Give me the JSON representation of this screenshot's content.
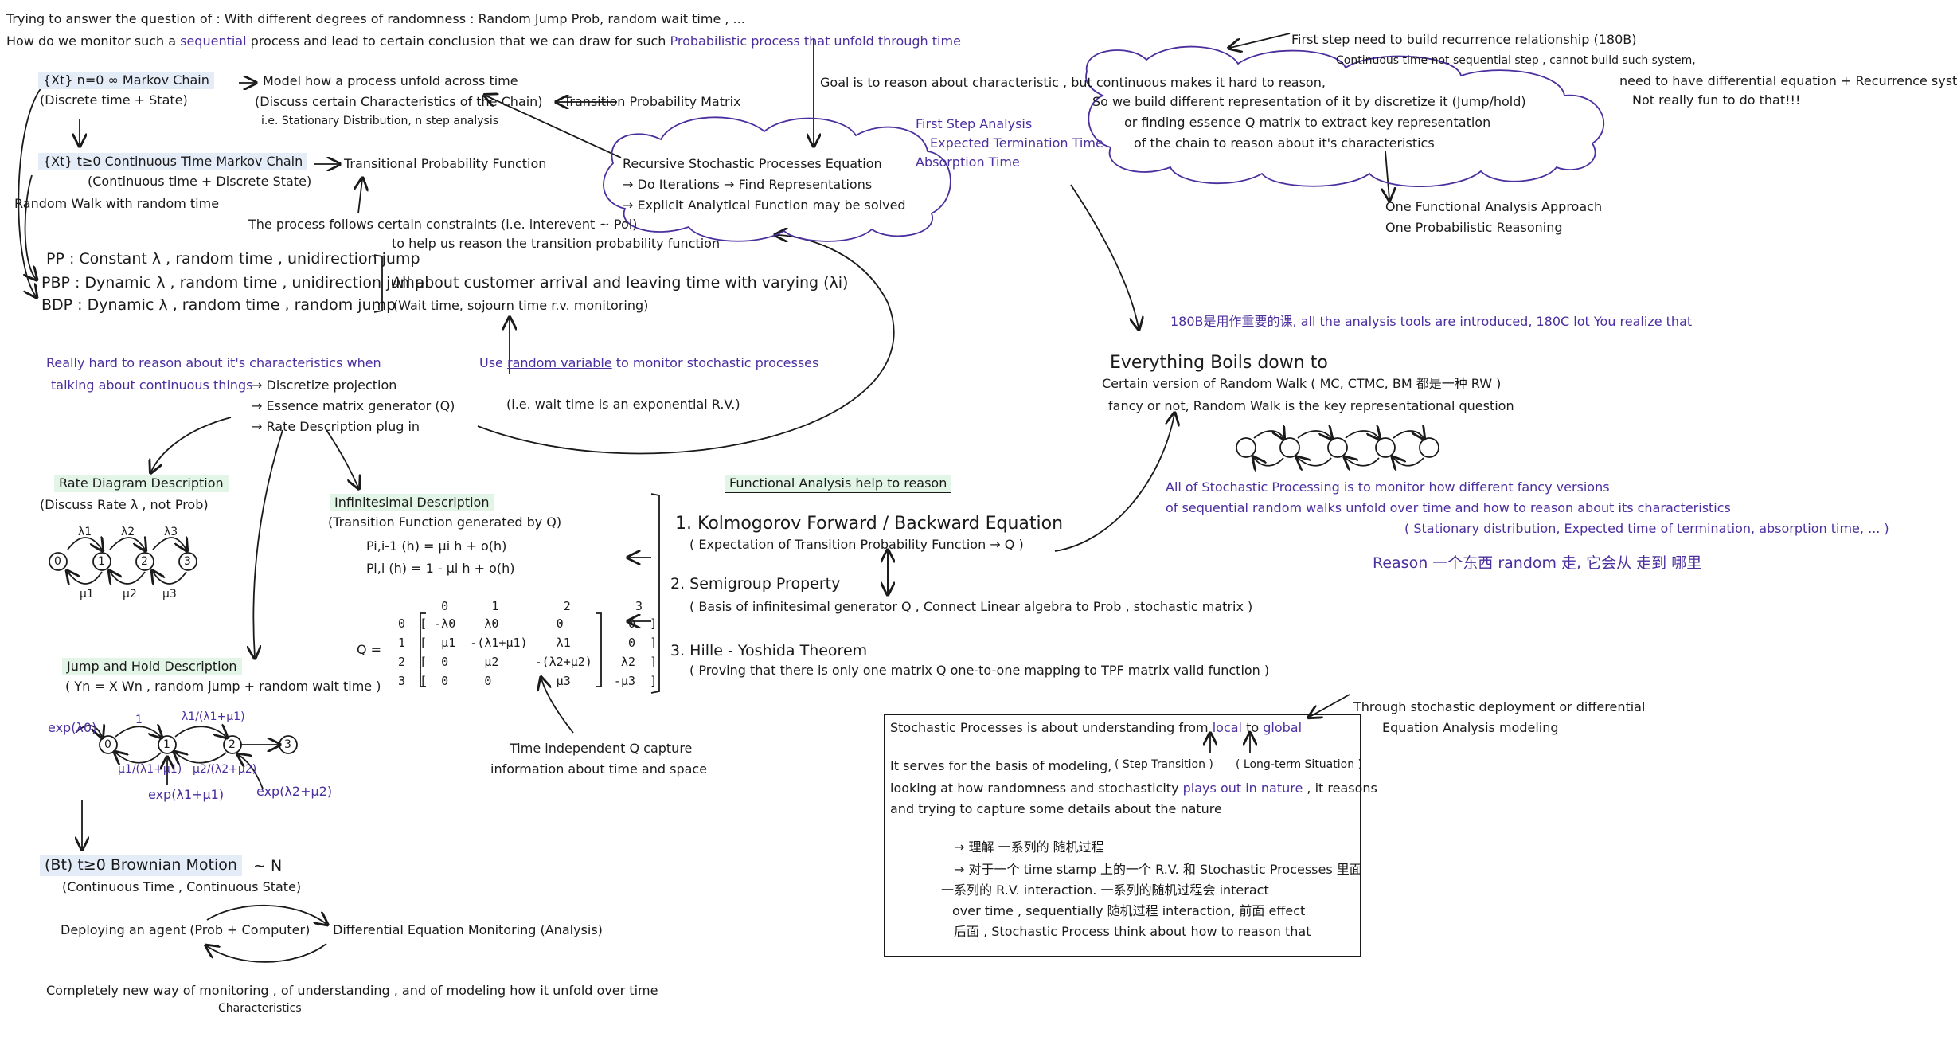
{
  "intro": {
    "line1": "Trying to answer the question of : With different degrees of randomness : Random Jump Prob, random wait time , ...",
    "line2_a": "How do we monitor such a",
    "line2_b": "sequential",
    "line2_c": "process and lead to certain conclusion that we can draw for such",
    "line2_d": "Probabilistic process that unfold through time"
  },
  "markov": {
    "label": "{Xt} n=0 ∞",
    "title": "Markov Chain",
    "sub": "(Discrete time + State)",
    "desc1": "Model how a process unfold across time",
    "desc2": "(Discuss certain Characteristics of the Chain)",
    "desc3": "i.e. Stationary Distribution, n step analysis",
    "matrix": "Transition Probability Matrix"
  },
  "ctmc": {
    "label": "{Xt} t≥0",
    "title": "Continuous Time Markov Chain",
    "sub": "(Continuous time + Discrete State)",
    "tpf": "Transitional Probability Function",
    "rw": "Random Walk with random time",
    "follows": "The process follows certain constraints (i.e. interevent ~ Poi)",
    "helps": "to help us reason the transition probability function"
  },
  "processes": {
    "pp": "PP  :  Constant λ , random time , unidirection jump",
    "pbp": "PBP :  Dynamic λ , random time , unidirection jump",
    "bdp": "BDP :  Dynamic λ , random time , random jump",
    "about1": "All about customer arrival and leaving time with varying (λi)",
    "about2": "(Wait time, sojourn time r.v. monitoring)"
  },
  "recursive": {
    "goal": "Goal is to reason about characteristic , but continuous makes it hard to reason,",
    "title": "Recursive Stochastic Processes Equation",
    "iter": "→ Do Iterations → Find Representations",
    "explicit": "→ Explicit Analytical Function may be solved",
    "first1": "First Step Analysis",
    "first2": "Expected Termination Time",
    "first3": "Absorption Time"
  },
  "topright": {
    "first": "First step need to build recurrence relationship (180B)",
    "cont": "Continuous time not sequential step , cannot build such system,",
    "diff1": "need to have differential equation + Recurrence system",
    "diff2": "Not really fun to do that!!!",
    "sowe": "So we build different representation of it by discretize it (Jump/hold)",
    "or": "or finding essence Q matrix to extract key representation",
    "ofchain": "of the chain to reason about it's characteristics",
    "func": "One Functional Analysis Approach",
    "prob": "One Probabilistic Reasoning"
  },
  "continuous": {
    "really1": "Really hard to reason about it's characteristics when",
    "really2": "talking about continuous things",
    "disc": "→ Discretize projection",
    "ess": "→ Essence matrix generator (Q)",
    "rate": "→ Rate Description plug in",
    "use_a": "Use",
    "use_b": "random variable",
    "use_c": "to monitor stochastic processes",
    "wait": "(i.e. wait time is an exponential R.V.)"
  },
  "rate_diagram": {
    "title": "Rate Diagram Description",
    "sub": "(Discuss Rate λ , not Prob)",
    "nodes": [
      "0",
      "1",
      "2",
      "3"
    ],
    "up": [
      "λ1",
      "λ2",
      "λ3"
    ],
    "down": [
      "μ1",
      "μ2",
      "μ3"
    ]
  },
  "infinitesimal": {
    "title": "Infinitesimal Description",
    "sub": "(Transition Function generated by Q)",
    "eq1": "Pi,i-1 (h) =   μi h + o(h)",
    "eq2": "Pi,i  (h) = 1 - μi h + o(h)",
    "q": "Q =",
    "rows": [
      "      0      1         2         3",
      "0  [ -λ0    λ0        0         0  ]",
      "1  [  μ1  -(λ1+μ1)    λ1        0  ]",
      "2  [  0     μ2     -(λ2+μ2)    λ2  ]",
      "3  [  0     0         μ3      -μ3  ]"
    ],
    "time1": "Time independent Q capture",
    "time2": "information about time and space"
  },
  "jump_hold": {
    "title": "Jump and Hold Description",
    "sub": "( Yn = X Wn , random jump + random wait time )",
    "nodes": [
      "0",
      "1",
      "2",
      "3"
    ],
    "exp0": "exp(λ0)",
    "exp1": "exp(λ1+μ1)",
    "exp2": "exp(λ2+μ2)",
    "p01": "1",
    "p12": "λ1/(λ1+μ1)",
    "p21": "μ2/(λ2+μ2)",
    "p10": "μ1/(λ1+μ1)"
  },
  "brownian": {
    "label": "(Bt) t≥0",
    "title": "Brownian Motion",
    "dist": "~ N",
    "sub": "(Continuous Time , Continuous State)",
    "deploy": "Deploying an agent (Prob + Computer)",
    "diff": "Differential Equation Monitoring (Analysis)",
    "completely": "Completely new way of monitoring , of understanding , and of modeling how it unfold over time",
    "char": "Characteristics"
  },
  "functional": {
    "title": "Functional Analysis help to reason",
    "i1": "1.  Kolmogorov Forward / Backward Equation",
    "i1s": "( Expectation of Transition Probability Function → Q )",
    "i2": "2.  Semigroup Property",
    "i2s": "( Basis of infinitesimal generator Q , Connect Linear algebra to Prob , stochastic matrix )",
    "i3": "3.  Hille - Yoshida Theorem",
    "i3s": "( Proving that there is only one matrix Q one-to-one mapping to TPF matrix valid function )"
  },
  "everything": {
    "note180": "180B是用作重要的课, all the analysis tools are introduced, 180C lot You realize that",
    "title": "Everything Boils down to",
    "line1": "Certain version of Random Walk ( MC, CTMC, BM 都是一种 RW )",
    "line2": "fancy or not, Random Walk is the key representational question",
    "all1": "All of Stochastic Processing is to monitor how different fancy versions",
    "all2": "of sequential random walks unfold over time and how to reason about its characteristics",
    "all3": "( Stationary distribution, Expected time of termination, absorption time, ... )",
    "reason": "Reason 一个东西 random 走, 它会从 走到 哪里"
  },
  "summary": {
    "through1": "Through stochastic deployment or differential",
    "through2": "Equation Analysis modeling",
    "l1a": "Stochastic Processes is about understanding from",
    "l1b": "local",
    "l1c": "to",
    "l1d": "global",
    "step": "( Step Transition )",
    "long": "( Long-term Situation )",
    "l2": "It serves for the basis of modeling,",
    "l3a": "looking at how randomness and stochasticity",
    "l3b": "plays out in nature",
    "l3c": ", it reasons",
    "l4": "and trying to capture some details about the nature",
    "b1": "→ 理解 一系列的 随机过程",
    "b2": "→ 对于一个 time stamp 上的一个 R.V. 和 Stochastic Processes 里面",
    "b3": "一系列的 R.V. interaction. 一系列的随机过程会 interact",
    "b4": "over time ,  sequentially 随机过程 interaction, 前面 effect",
    "b5": "后面 , Stochastic Process think about how to reason that"
  },
  "colors": {
    "ink": "#1a1a1a",
    "purple": "#4b2f9e",
    "blue_hl": "#e4ecf8",
    "green_hl": "#e3f5e6"
  }
}
